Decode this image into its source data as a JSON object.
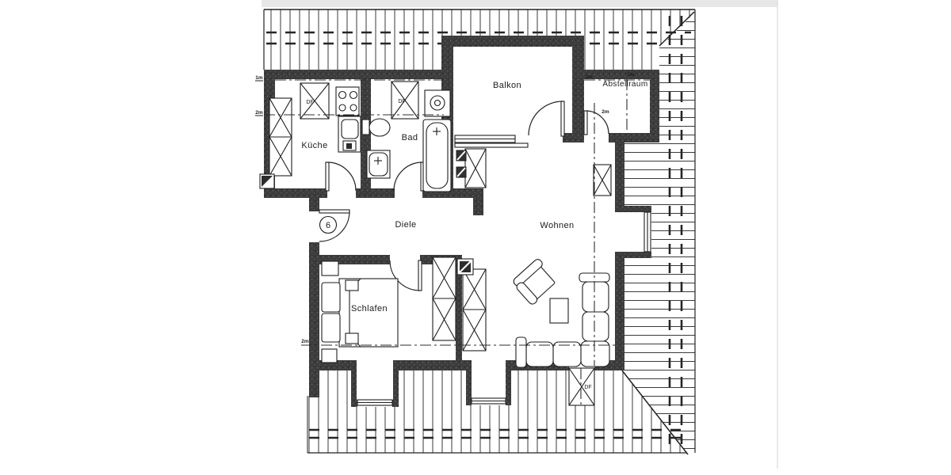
{
  "plan": {
    "rooms": {
      "kitchen": "Küche",
      "bath": "Bad",
      "balcony": "Balkon",
      "storage": "Abstellraum",
      "hall": "Diele",
      "living": "Wohnen",
      "bedroom": "Schlafen"
    },
    "roof_window_label": "DF",
    "entrance_unit_number": "6",
    "height_marks": {
      "one": "1m",
      "two": "2m"
    },
    "colors": {
      "ink": "#1c1c1c",
      "wall": "#3d3d3d",
      "paper": "#ffffff",
      "hatch": "#3a3a3a"
    }
  }
}
